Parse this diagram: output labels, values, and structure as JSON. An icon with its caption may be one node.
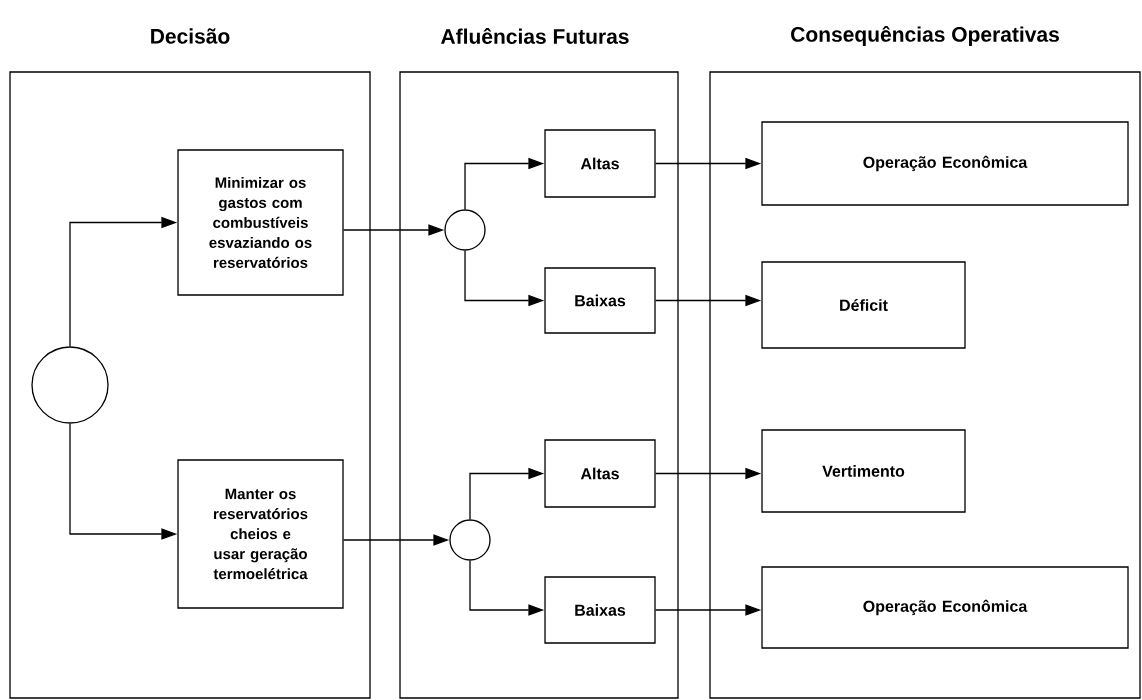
{
  "diagram": {
    "nodes": [
      {
        "text": [
          "Decisão"
        ]
      },
      {
        "text": [
          "Afluências Futuras"
        ]
      },
      {
        "text": [
          "Consequências Operativas"
        ]
      },
      {
        "text": [],
        "shape": "circle",
        "in": 0
      },
      {
        "text": [
          "Minimizar os gastos com combustíveis esvaziando os reservatórios"
        ],
        "in": 0
      },
      {
        "text": [
          "Manter os reservatórios cheios e usar geração termoelétrica"
        ],
        "in": 0
      },
      {
        "text": [],
        "shape": "circle",
        "in": 1
      },
      {
        "text": [],
        "shape": "circle",
        "in": 1
      },
      {
        "text": [
          "Altas"
        ],
        "in": 1
      },
      {
        "text": [
          "Baixas"
        ],
        "in": 1
      },
      {
        "text": [
          "Altas"
        ],
        "in": 1
      },
      {
        "text": [
          "Baixas"
        ],
        "in": 1
      },
      {
        "text": [
          "Operação Econômica"
        ],
        "in": 2
      },
      {
        "text": [
          "Déficit"
        ],
        "in": 2
      },
      {
        "text": [
          "Vertimento"
        ],
        "in": 2
      },
      {
        "text": [
          "Operação Econômica"
        ],
        "in": 2
      }
    ],
    "edges": [
      {
        "from": 3,
        "to": 4,
        "arrow": "to"
      },
      {
        "from": 3,
        "to": 5,
        "arrow": "to"
      },
      {
        "from": 4,
        "to": 6,
        "arrow": "to"
      },
      {
        "from": 6,
        "to": 8,
        "arrow": "to"
      },
      {
        "from": 6,
        "to": 9,
        "arrow": "to"
      },
      {
        "from": 5,
        "to": 7,
        "arrow": "to"
      },
      {
        "from": 7,
        "to": 10,
        "arrow": "to"
      },
      {
        "from": 7,
        "to": 11,
        "arrow": "to"
      },
      {
        "from": 8,
        "to": 12,
        "arrow": "to"
      },
      {
        "from": 9,
        "to": 13,
        "arrow": "to"
      },
      {
        "from": 10,
        "to": 14,
        "arrow": "to"
      },
      {
        "from": 11,
        "to": 15,
        "arrow": "to"
      }
    ]
  }
}
